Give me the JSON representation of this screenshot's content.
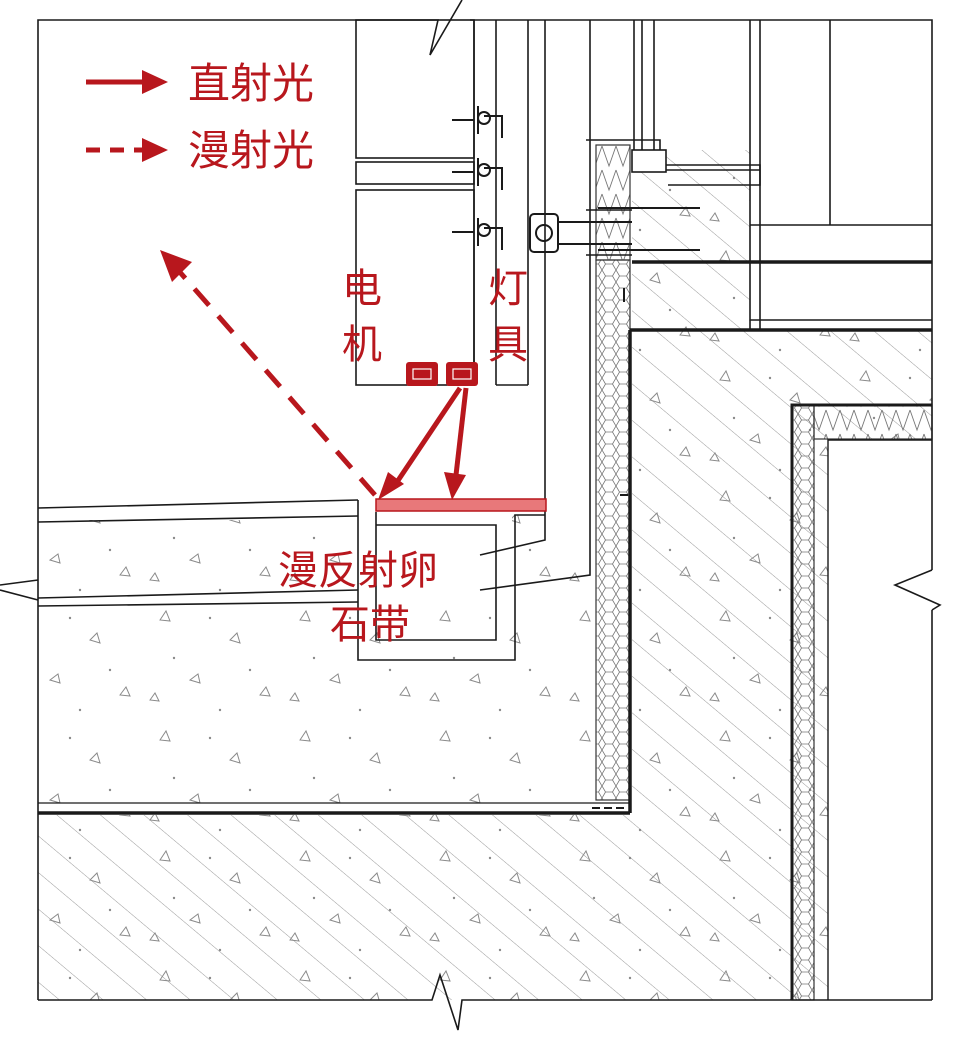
{
  "legend": {
    "direct": "直射光",
    "diffuse": "漫射光"
  },
  "labels": {
    "motor_line1": "电",
    "motor_line2": "机",
    "fixture_line1": "灯",
    "fixture_line2": "具",
    "pebble_line1": "漫反射卵",
    "pebble_line2": "石带"
  },
  "colors": {
    "accent": "#b8171d",
    "pebble_band": "#e8787a",
    "line": "#1a1a1a"
  }
}
